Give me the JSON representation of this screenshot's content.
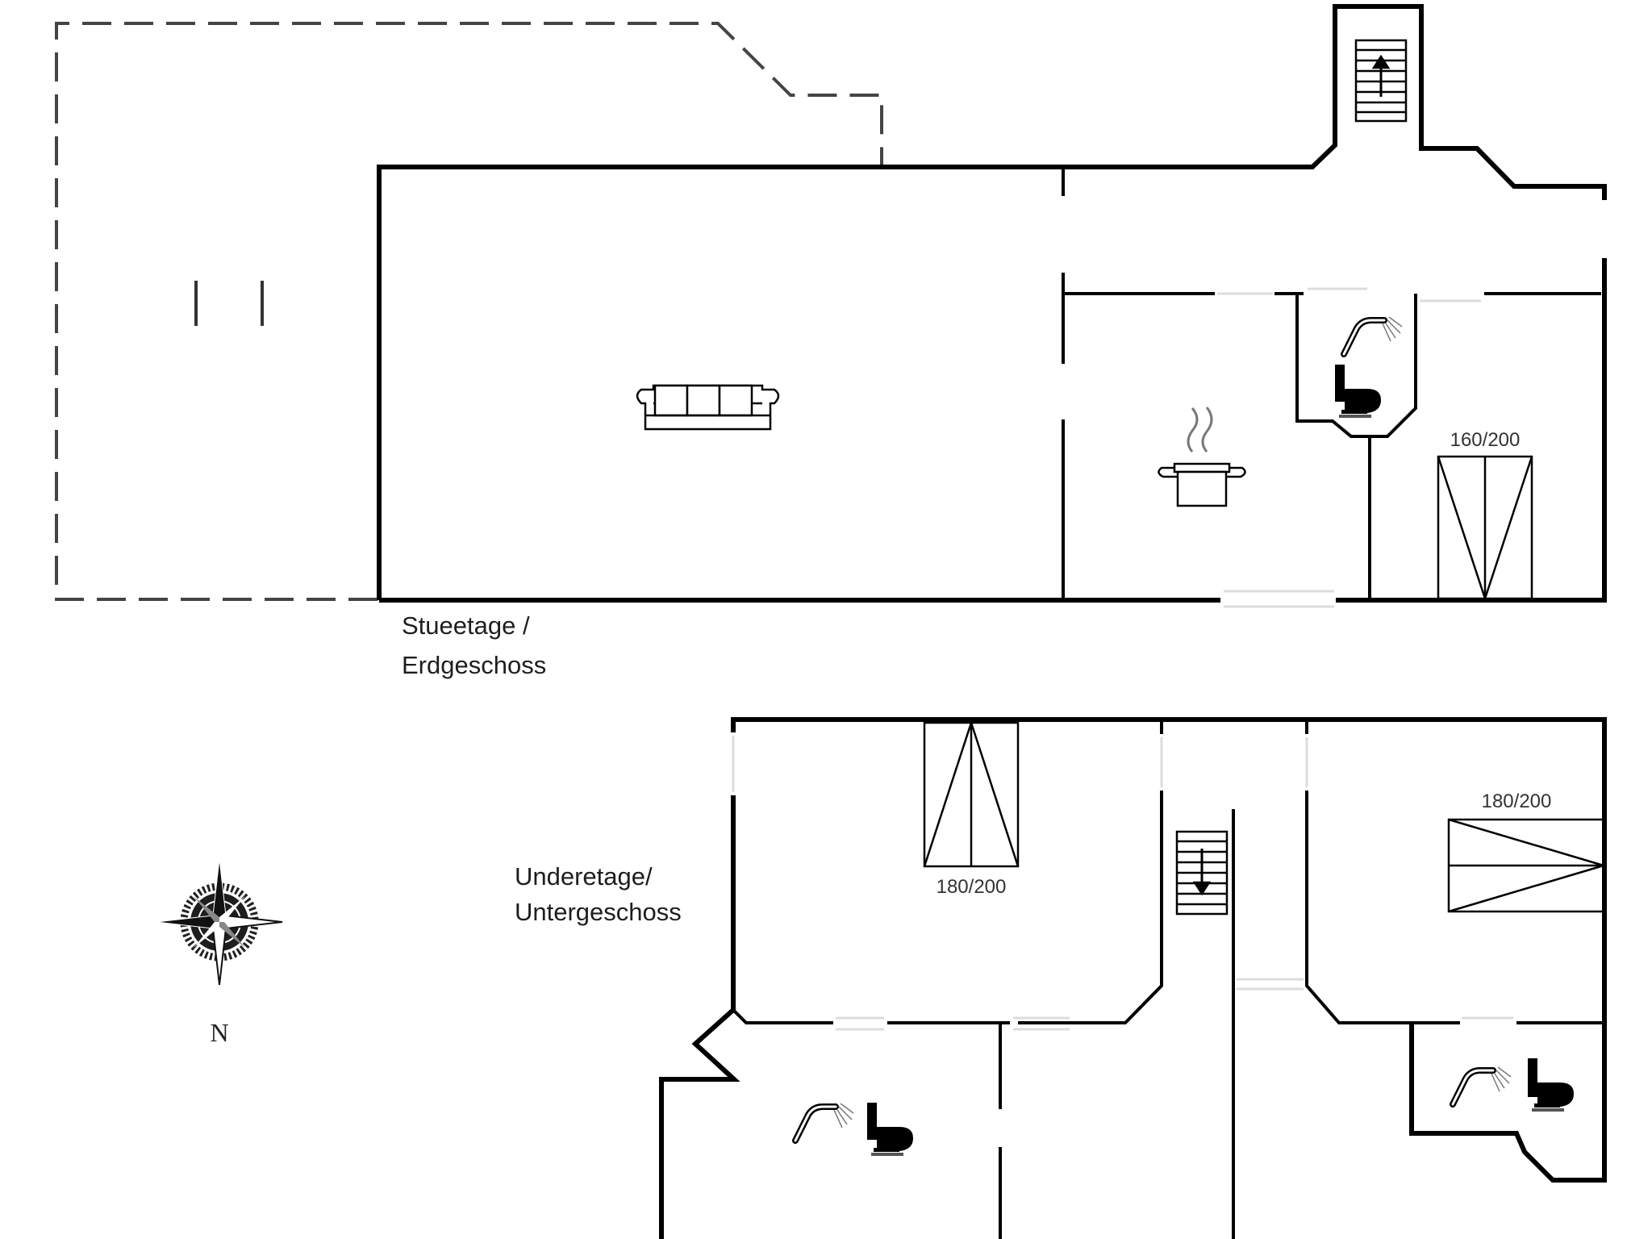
{
  "floors": {
    "ground": {
      "label_line1": "Stueetage /",
      "label_line2": "Erdgeschoss"
    },
    "lower": {
      "label_line1": "Underetage/",
      "label_line2": "Untergeschoss"
    }
  },
  "beds": {
    "ground_double": "160/200",
    "lower_left": "180/200",
    "lower_right": "180/200"
  },
  "compass": {
    "north": "N"
  },
  "colors": {
    "wall": "#000000",
    "dashed": "#444444",
    "icon": "#000000",
    "background": "#ffffff"
  }
}
